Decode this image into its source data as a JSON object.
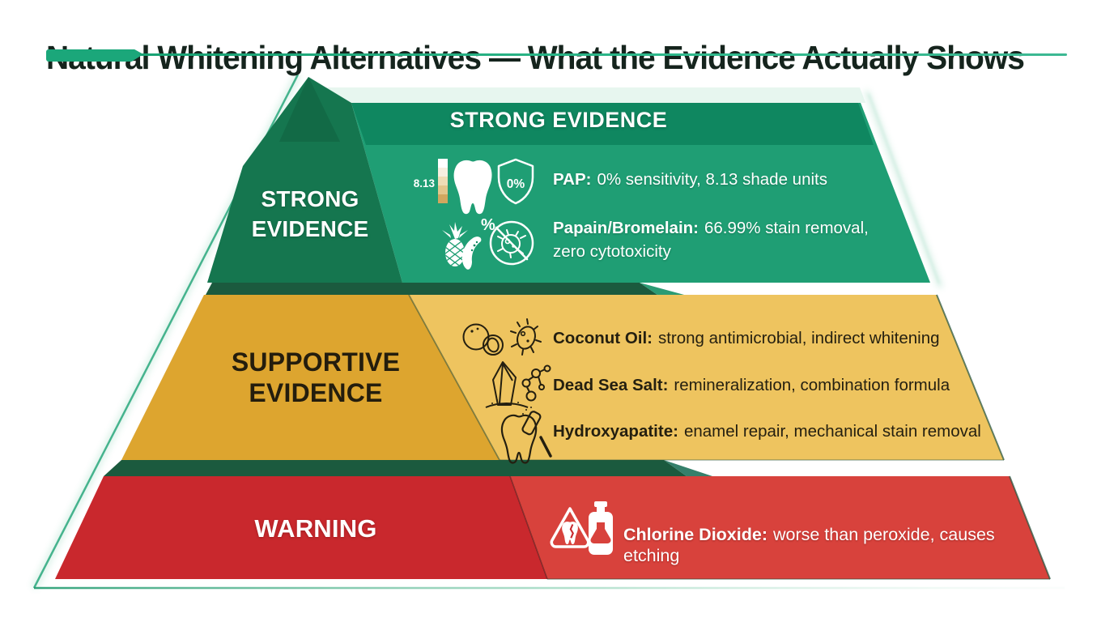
{
  "title": "Natural Whitening Alternatives — What the Evidence Actually Shows",
  "pyramid": {
    "tier_strong": {
      "banner": "STRONG EVIDENCE",
      "side_label": {
        "line1": "STRONG",
        "line2": "EVIDENCE"
      },
      "items": [
        {
          "label": "PAP:",
          "text": "0% sensitivity, 8.13 shade units",
          "shade_value": "8.13",
          "shield_value": "0%",
          "icons": [
            "shade-guide-icon",
            "tooth-icon",
            "shield-percent-icon"
          ]
        },
        {
          "label": "Papain/Bromelain:",
          "text": "66.99% stain removal, zero cytotoxicity",
          "percent_symbol": "%",
          "icons": [
            "pineapple-papaya-icon",
            "no-microbe-icon"
          ]
        }
      ]
    },
    "tier_supportive": {
      "side_label": {
        "line1": "SUPPORTIVE",
        "line2": "EVIDENCE"
      },
      "items": [
        {
          "label": "Coconut Oil:",
          "text": "strong antimicrobial, indirect whitening",
          "icons": [
            "coconut-icon",
            "microbe-icon"
          ]
        },
        {
          "label": "Dead Sea Salt:",
          "text": "remineralization, combination formula",
          "icons": [
            "salt-crystal-icon",
            "molecule-icon"
          ]
        },
        {
          "label": "Hydroxyapatite:",
          "text": "enamel repair, mechanical stain removal",
          "icons": [
            "tooth-toothbrush-icon"
          ]
        }
      ]
    },
    "tier_warning": {
      "side_label": {
        "line1": "WARNING"
      },
      "items": [
        {
          "label": "Chlorine Dioxide:",
          "text": "worse than peroxide, causes etching",
          "icons": [
            "warning-tooth-icon",
            "mouthwash-bottle-icon"
          ]
        }
      ]
    }
  },
  "colors": {
    "accent_green": "#1ba77a",
    "title_text": "#15241d",
    "strong_apex": "#126a46",
    "strong_dark_panel": "#15764f",
    "strong_banner": "#0f8760",
    "strong_body": "#1f9e74",
    "tier_shadow_band": "#1b5a3e",
    "supportive_dark_panel": "#dda52f",
    "supportive_body": "#eec45f",
    "supportive_text": "#241f10",
    "warning_dark_panel": "#c9282d",
    "warning_body": "#d8423c",
    "white_text": "#ffffff",
    "shade_strip_1": "#ffffff",
    "shade_strip_2": "#f7efe0",
    "shade_strip_3": "#efddb6",
    "shade_strip_4": "#e3c68c",
    "shade_strip_5": "#d1a75f"
  }
}
